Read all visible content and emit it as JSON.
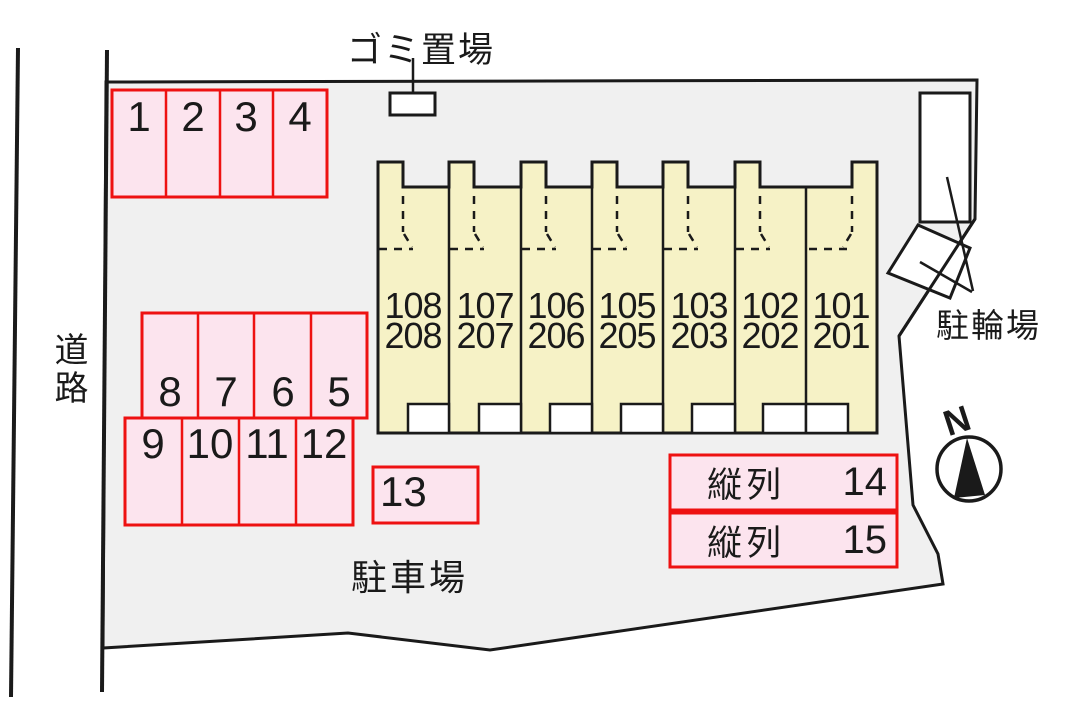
{
  "labels": {
    "garbage": "ゴミ置場",
    "road": "道路",
    "parking_lot": "駐車場",
    "bicycle": "駐輪場",
    "north": "N"
  },
  "parking": {
    "row_top": [
      "1",
      "2",
      "3",
      "4"
    ],
    "row_mid_upper": [
      "8",
      "7",
      "6",
      "5"
    ],
    "row_mid_lower": [
      "9",
      "10",
      "11",
      "12"
    ],
    "lot_13": "13",
    "tandem": [
      {
        "label": "縦列",
        "number": "14"
      },
      {
        "label": "縦列",
        "number": "15"
      }
    ]
  },
  "building": {
    "units": [
      {
        "upper": "108",
        "lower": "208"
      },
      {
        "upper": "107",
        "lower": "207"
      },
      {
        "upper": "106",
        "lower": "206"
      },
      {
        "upper": "105",
        "lower": "205"
      },
      {
        "upper": "103",
        "lower": "203"
      },
      {
        "upper": "102",
        "lower": "202"
      },
      {
        "upper": "101",
        "lower": "201"
      }
    ]
  },
  "colors": {
    "site_fill": "#f0f0f0",
    "lot_fill": "#fce4ee",
    "lot_border": "#ee1111",
    "building_fill": "#f6f2c6",
    "line": "#1a1a1a"
  }
}
